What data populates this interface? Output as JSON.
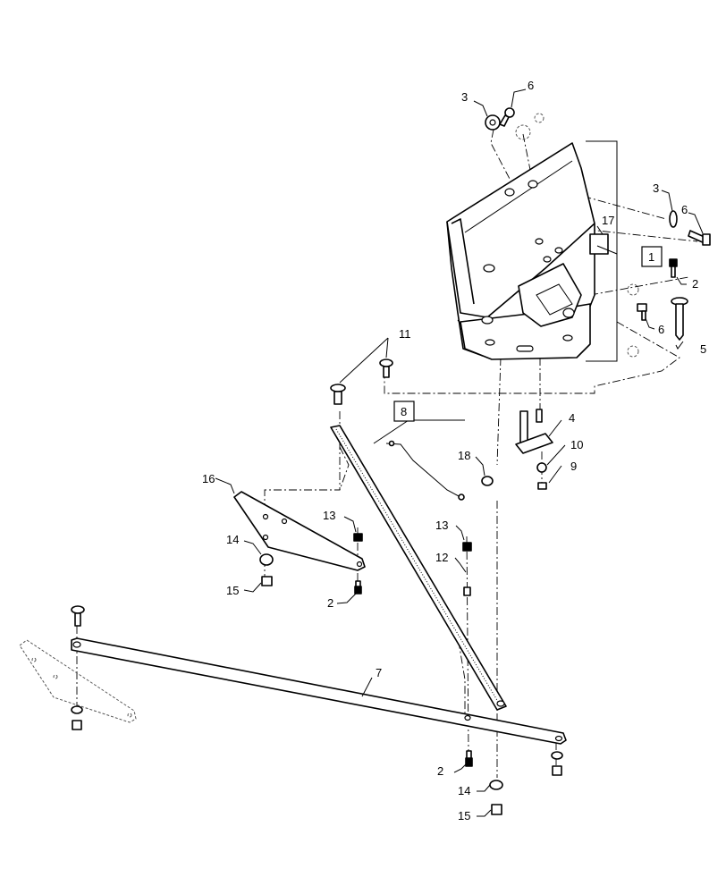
{
  "callouts": {
    "c1": "1",
    "c2_top": "2",
    "c2_mid": "2",
    "c2_bottom": "2",
    "c3_top": "3",
    "c3_right": "3",
    "c4": "4",
    "c5": "5",
    "c6_top": "6",
    "c6_right": "6",
    "c6_mid": "6",
    "c7": "7",
    "c8": "8",
    "c9": "9",
    "c10": "10",
    "c11": "11",
    "c12": "12",
    "c13_left": "13",
    "c13_right": "13",
    "c14_left": "14",
    "c14_bottom": "14",
    "c15_left": "15",
    "c15_bottom": "15",
    "c16": "16",
    "c17": "17",
    "c18": "18"
  },
  "boxed_callouts": [
    "1",
    "8"
  ],
  "colors": {
    "line": "#000000",
    "background": "#ffffff"
  }
}
